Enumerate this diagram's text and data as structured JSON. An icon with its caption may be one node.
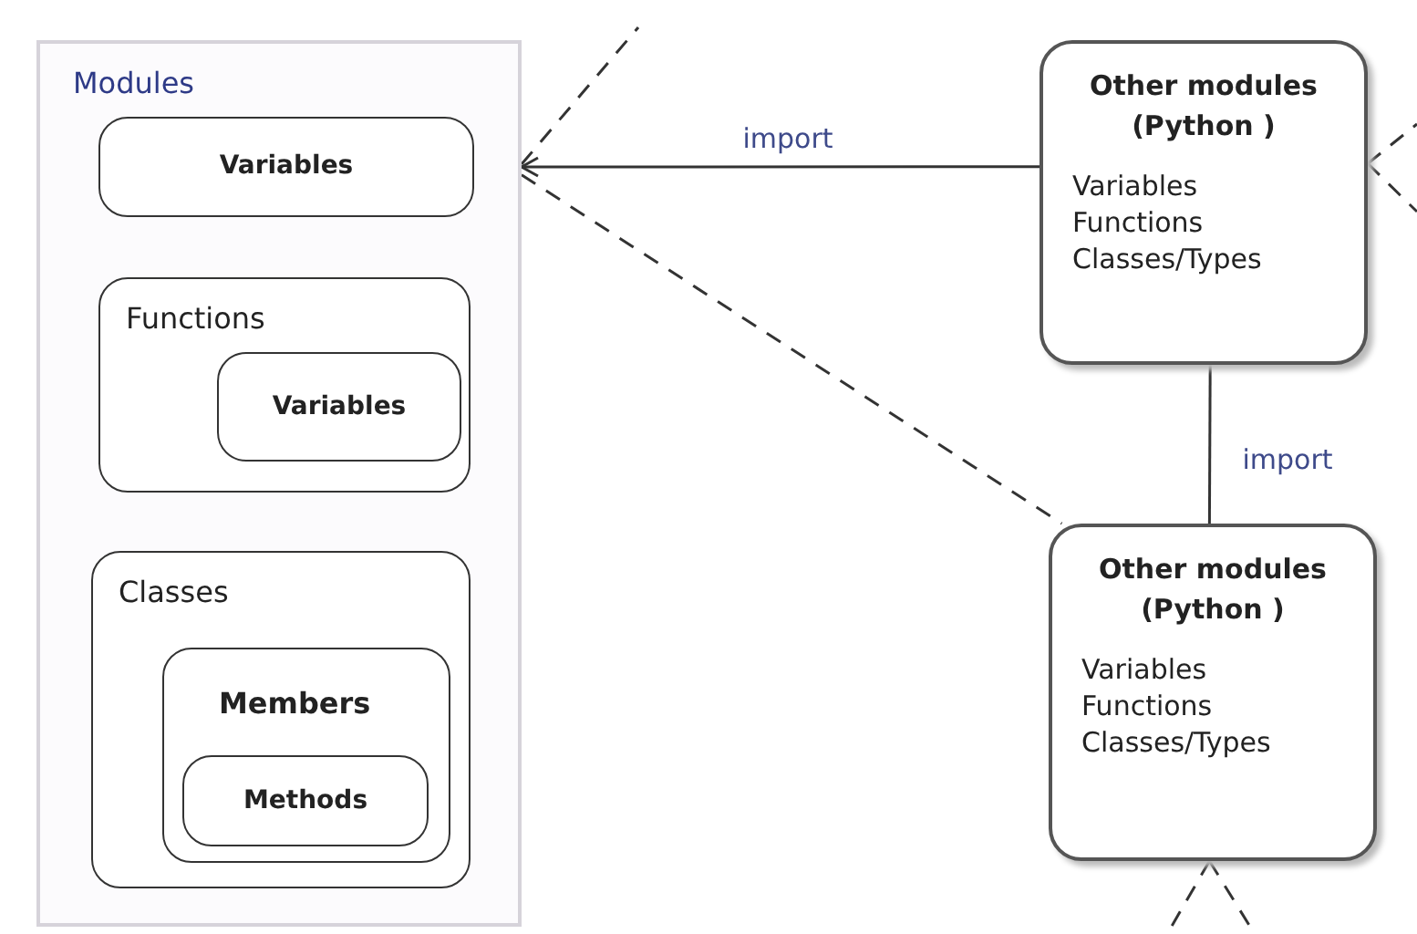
{
  "diagram": {
    "nodes": [
      {
        "text": [
          "Modules"
        ]
      },
      {
        "text": [
          "Variables"
        ],
        "in": 0
      },
      {
        "text": [
          "Functions"
        ],
        "in": 0
      },
      {
        "text": [
          "Variables"
        ],
        "in": 2
      },
      {
        "text": [
          "Classes"
        ],
        "in": 0
      },
      {
        "text": [
          "Members"
        ],
        "in": 4
      },
      {
        "text": [
          "Methods"
        ],
        "in": 5
      },
      {
        "text": [
          "Other modules (Python )",
          "Variables Functions Classes/Types"
        ]
      },
      {
        "text": [
          "Other modules (Python )",
          "Variables Functions Classes/Types"
        ]
      }
    ],
    "edges": [
      {
        "from": 7,
        "to": 0,
        "arrow": "to",
        "label": "import"
      },
      {
        "from": 7,
        "to": 8,
        "arrow": "none",
        "label": "import"
      },
      {
        "from": 0,
        "to": 8,
        "arrow": "none",
        "style": "dashed"
      },
      {
        "from": 0,
        "to": null,
        "arrow": "none",
        "style": "dashed"
      },
      {
        "from": 7,
        "to": null,
        "arrow": "none",
        "style": "dashed"
      },
      {
        "from": 7,
        "to": null,
        "arrow": "none",
        "style": "dashed"
      },
      {
        "from": 8,
        "to": null,
        "arrow": "none",
        "style": "dashed"
      },
      {
        "from": 8,
        "to": null,
        "arrow": "none",
        "style": "dashed"
      }
    ]
  }
}
